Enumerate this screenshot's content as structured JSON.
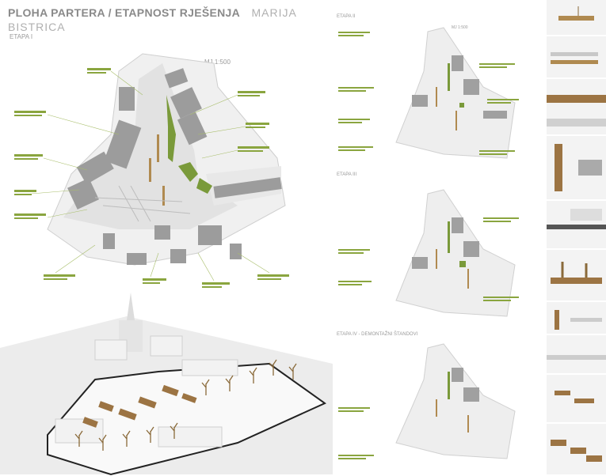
{
  "header": {
    "title": "PLOHA PARTERA / ETAPNOST RJEŠENJA",
    "place": "MARIJA BISTRICA"
  },
  "main_plan": {
    "stage_label": "ETAPA I",
    "scale": "MJ 1:500"
  },
  "right_plans": [
    {
      "stage_label": "ETAPA II",
      "scale": "MJ 1:500"
    },
    {
      "stage_label": "ETAPA III",
      "scale": ""
    },
    {
      "stage_label": "ETAPA IV - DEMONTAŽNI ŠTANDOVI",
      "scale": ""
    }
  ],
  "colors": {
    "green": "#7a9a3a",
    "annotation_green": "#8aa53f",
    "building": "#9a9a9a",
    "plaza": "#e6e6e6",
    "wood": "#a07a4a"
  }
}
